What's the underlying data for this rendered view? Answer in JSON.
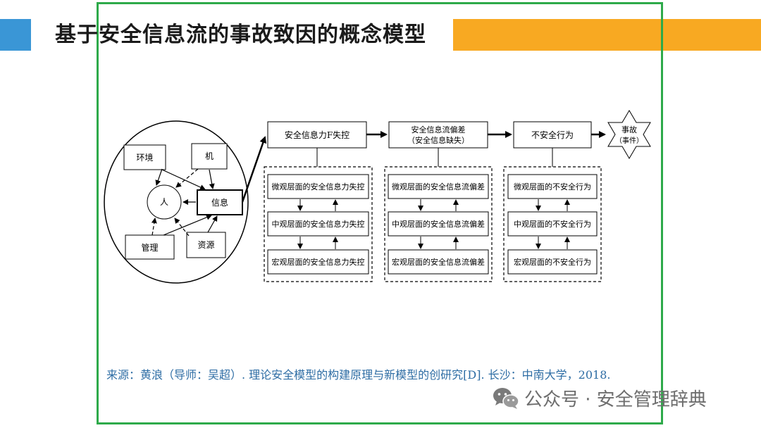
{
  "colors": {
    "accent_blue": "#3a96d6",
    "accent_orange": "#f8a922",
    "frame_green": "#2eaa4a",
    "source_blue": "#2e6da4"
  },
  "title": "基于安全信息流的事故致因的概念模型",
  "diagram": {
    "left_cluster": {
      "env": "环境",
      "machine": "机",
      "person": "人",
      "info": "信息",
      "management": "管理",
      "resource": "资源"
    },
    "chain": {
      "stage1": "安全信息力F失控",
      "stage2_line1": "安全信息流偏差",
      "stage2_line2": "（安全信息缺失）",
      "stage3": "不安全行为",
      "accident_line1": "事故",
      "accident_line2": "（事件）"
    },
    "col1": [
      "微观层面的安全信息力失控",
      "中观层面的安全信息力失控",
      "宏观层面的安全信息力失控"
    ],
    "col2": [
      "微观层面的安全信息流偏差",
      "中观层面的安全信息流偏差",
      "宏观层面的安全信息流偏差"
    ],
    "col3": [
      "微观层面的不安全行为",
      "中观层面的不安全行为",
      "宏观层面的不安全行为"
    ]
  },
  "source": "来源：黄浪（导师：吴超）. 理论安全模型的构建原理与新模型的创研究[D]. 长沙：中南大学，2018.",
  "watermark": {
    "icon": "wechat-icon",
    "text": "公众号 · 安全管理辞典"
  }
}
